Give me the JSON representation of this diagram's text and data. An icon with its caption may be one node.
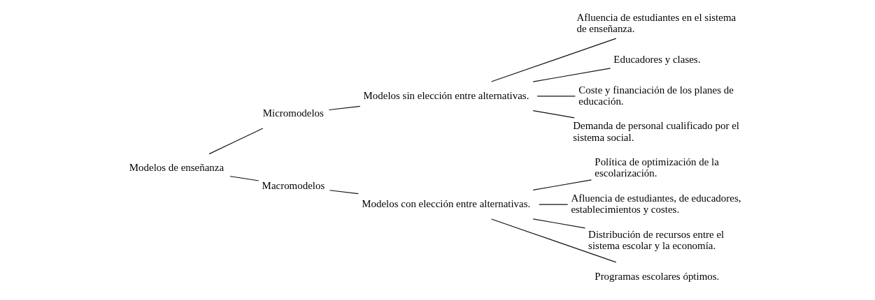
{
  "diagram": {
    "nodes": [
      {
        "text": [
          "Modelos de enseñanza"
        ]
      },
      {
        "text": [
          "Micromodelos"
        ]
      },
      {
        "text": [
          "Macromodelos"
        ]
      },
      {
        "text": [
          "Modelos sin elección entre alternativas."
        ]
      },
      {
        "text": [
          "Modelos con elección entre alternativas."
        ]
      },
      {
        "text": [
          "Afluencia de estudiantes en el sistema de enseñanza."
        ]
      },
      {
        "text": [
          "Educadores y clases."
        ]
      },
      {
        "text": [
          "Coste y financiación de los planes de educación."
        ]
      },
      {
        "text": [
          "Demanda de personal cualificado por el sistema social."
        ]
      },
      {
        "text": [
          "Política de optimización de la escolarización."
        ]
      },
      {
        "text": [
          "Afluencia de estudiantes, de educadores, establecimientos y costes."
        ]
      },
      {
        "text": [
          "Distribución de recursos entre el sistema escolar y la economía."
        ]
      },
      {
        "text": [
          "Programas escolares óptimos."
        ]
      }
    ],
    "edges": [
      {
        "from": 0,
        "to": 1,
        "arrow": "none"
      },
      {
        "from": 0,
        "to": 2,
        "arrow": "none"
      },
      {
        "from": 1,
        "to": 3,
        "arrow": "none"
      },
      {
        "from": 2,
        "to": 4,
        "arrow": "none"
      },
      {
        "from": 3,
        "to": 5,
        "arrow": "none"
      },
      {
        "from": 3,
        "to": 6,
        "arrow": "none"
      },
      {
        "from": 3,
        "to": 7,
        "arrow": "none"
      },
      {
        "from": 3,
        "to": 8,
        "arrow": "none"
      },
      {
        "from": 4,
        "to": 9,
        "arrow": "none"
      },
      {
        "from": 4,
        "to": 10,
        "arrow": "none"
      },
      {
        "from": 4,
        "to": 11,
        "arrow": "none"
      },
      {
        "from": 4,
        "to": 12,
        "arrow": "none"
      }
    ]
  }
}
